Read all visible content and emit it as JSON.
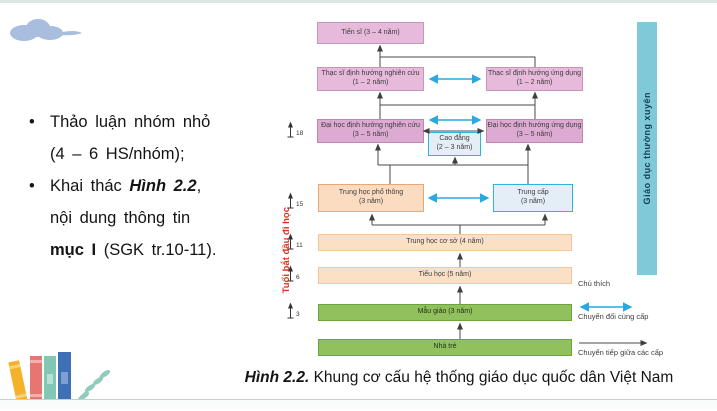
{
  "left_panel": {
    "bullet1_line1": "Thảo luận nhóm nhỏ",
    "bullet1_line2": "(4 – 6 HS/nhóm);",
    "bullet2_prefix": "Khai thác ",
    "bullet2_bold": "Hình 2.2",
    "bullet2_after": ",",
    "bullet2_line2": "nội dung thông tin",
    "bullet2_bold2": "mục I",
    "bullet2_suffix": " (SGK tr.10-11)."
  },
  "diagram": {
    "boxes": {
      "tien_si": {
        "line1": "Tiến sĩ (3 – 4 năm)"
      },
      "thac_si_nghien_cuu": {
        "line1": "Thạc sĩ định hướng nghiên cứu",
        "line2": "(1 – 2 năm)"
      },
      "thac_si_ung_dung": {
        "line1": "Thạc sĩ định hướng ứng dụng",
        "line2": "(1 – 2 năm)"
      },
      "dai_hoc_nghien_cuu": {
        "line1": "Đại học định hướng nghiên cứu",
        "line2": "(3 – 5 năm)"
      },
      "cao_dang": {
        "line1": "Cao đẳng",
        "line2": "(2 – 3 năm)"
      },
      "dai_hoc_ung_dung": {
        "line1": "Đại học định hướng ứng dụng",
        "line2": "(3 – 5 năm)"
      },
      "trung_hoc_pho_thong": {
        "line1": "Trung học phổ thông",
        "line2": "(3 năm)"
      },
      "trung_cap": {
        "line1": "Trung cấp",
        "line2": "(3 năm)"
      },
      "trung_hoc_co_so": {
        "line1": "Trung học cơ sở (4 năm)"
      },
      "tieu_hoc": {
        "line1": "Tiểu học (5 năm)"
      },
      "mau_giao": {
        "line1": "Mẫu giáo (3 năm)"
      },
      "nha_tre": {
        "line1": "Nhà trẻ"
      }
    },
    "ages": {
      "a18": "18",
      "a15": "15",
      "a11": "11",
      "a6": "6",
      "a3": "3"
    },
    "left_axis_label": "Tuổi bắt đầu đi học",
    "right_bar_label": "Giáo dục thường xuyên",
    "legend": {
      "title": "Chú thích",
      "same_level": "Chuyển đổi cùng cấp",
      "between_levels": "Chuyển tiếp giữa các cấp"
    },
    "colors": {
      "pink_box": "#e7b9da",
      "deep_pink_box": "#ddaad1",
      "cyan_border_box": "#e4eef6",
      "cyan_border": "#2db3e0",
      "peach_box": "#fcdcc0",
      "green_box": "#90c15c",
      "teal_bar": "#7fc9d8",
      "arrow_blue": "#29a9e0",
      "axis_red": "#e03020"
    }
  },
  "caption": {
    "label": "Hình 2.2.",
    "text": "Khung cơ cấu hệ thống giáo dục quốc dân Việt Nam"
  }
}
